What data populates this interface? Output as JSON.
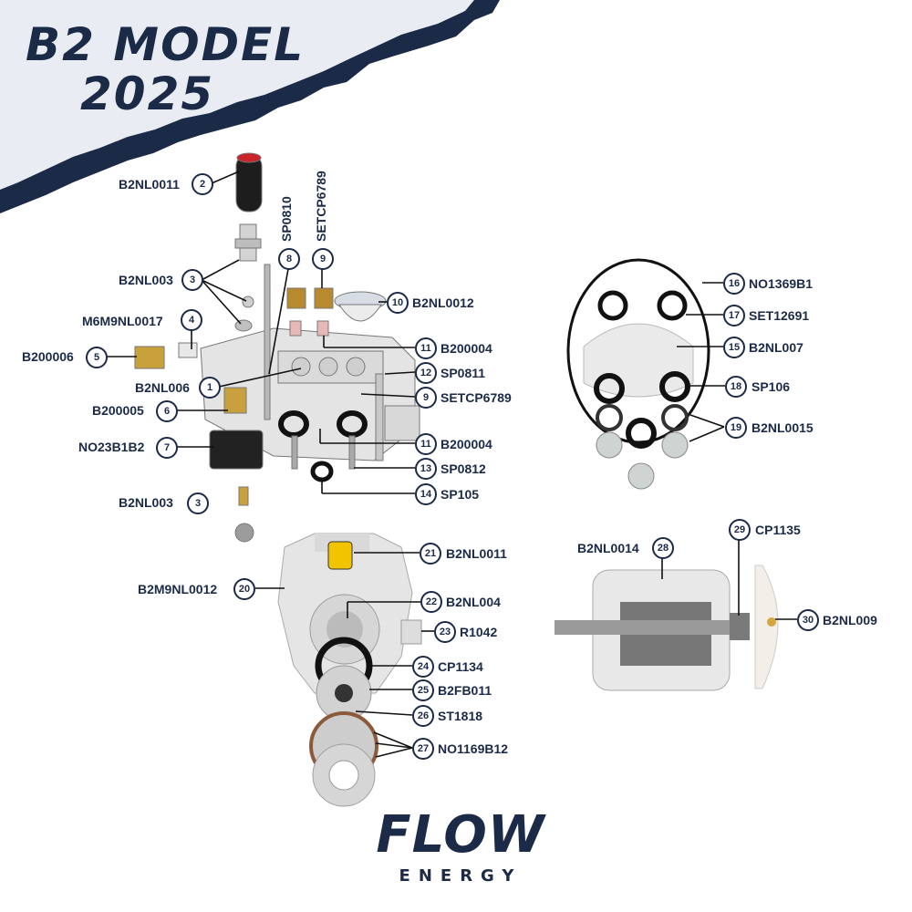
{
  "title": {
    "line1": "B2 MODEL",
    "line2": "2025"
  },
  "logo": {
    "word": "FLOW",
    "sub": "ENERGY"
  },
  "colors": {
    "navy": "#1b2a47",
    "line": "#111111"
  },
  "callouts": [
    {
      "num": "2",
      "code": "B2NL0011"
    },
    {
      "num": "3",
      "code": "B2NL003"
    },
    {
      "num": "4",
      "code": "M6M9NL0017"
    },
    {
      "num": "5",
      "code": "B200006"
    },
    {
      "num": "1",
      "code": "B2NL006"
    },
    {
      "num": "6",
      "code": "B200005"
    },
    {
      "num": "7",
      "code": "NO23B1B2"
    },
    {
      "num": "3",
      "code": "B2NL003"
    },
    {
      "num": "10",
      "code": "B2NL0012"
    },
    {
      "num": "11",
      "code": "B200004"
    },
    {
      "num": "12",
      "code": "SP0811"
    },
    {
      "num": "9",
      "code": "SETCP6789"
    },
    {
      "num": "11",
      "code": "B200004"
    },
    {
      "num": "13",
      "code": "SP0812"
    },
    {
      "num": "14",
      "code": "SP105"
    },
    {
      "num": "16",
      "code": "NO1369B1"
    },
    {
      "num": "17",
      "code": "SET12691"
    },
    {
      "num": "15",
      "code": "B2NL007"
    },
    {
      "num": "18",
      "code": "SP106"
    },
    {
      "num": "19",
      "code": "B2NL0015"
    },
    {
      "num": "21",
      "code": "B2NL0011"
    },
    {
      "num": "20",
      "code": "B2M9NL0012"
    },
    {
      "num": "22",
      "code": "B2NL004"
    },
    {
      "num": "23",
      "code": "R1042"
    },
    {
      "num": "24",
      "code": "CP1134"
    },
    {
      "num": "25",
      "code": "B2FB011"
    },
    {
      "num": "26",
      "code": "ST1818"
    },
    {
      "num": "27",
      "code": "NO1169B12"
    },
    {
      "num": "28",
      "code": "B2NL0014"
    },
    {
      "num": "29",
      "code": "CP1135"
    },
    {
      "num": "30",
      "code": "B2NL009"
    }
  ],
  "vertical_callouts": [
    {
      "num": "8",
      "code": "SP0810"
    },
    {
      "num": "9",
      "code": "SETCP6789"
    }
  ]
}
